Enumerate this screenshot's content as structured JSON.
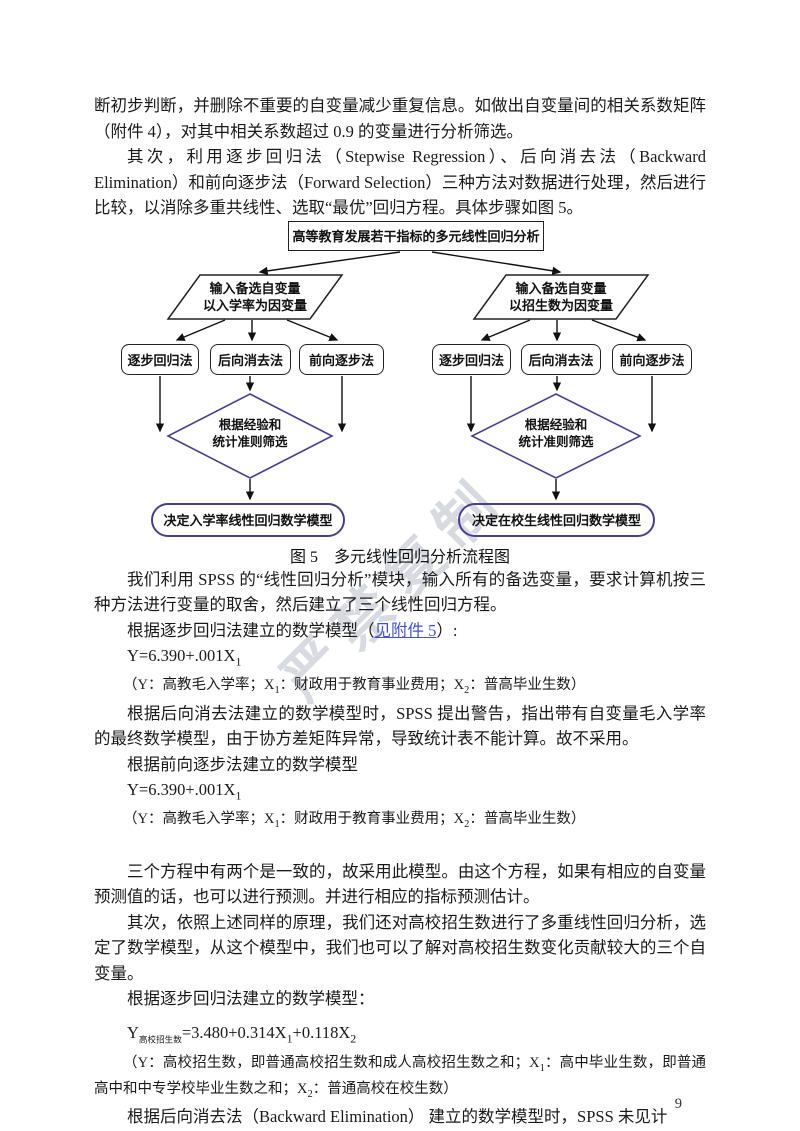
{
  "page": {
    "number": "9",
    "background": "#ffffff"
  },
  "watermark": {
    "text": "严禁复制",
    "color": "#a9aec0"
  },
  "colors": {
    "flow_shape_purple": "#4a3f8e",
    "flow_line_black": "#1c1c1c",
    "link_blue": "#4053cc",
    "body_text": "#1a1a1a"
  },
  "paragraphs": {
    "p1": "断初步判断，并删除不重要的自变量减少重复信息。如做出自变量间的相关系数矩阵（附件 4），对其中相关系数超过 0.9 的变量进行分析筛选。",
    "p2": "其次，利用逐步回归法（Stepwise Regression）、后向消去法（Backward Elimination）和前向逐步法（Forward Selection）三种方法对数据进行处理，然后进行比较，以消除多重共线性、选取“最优”回归方程。具体步骤如图 5。",
    "spss": "我们利用 SPSS 的“线性回归分析”模块，输入所有的备选变量，要求计算机按三种方法进行变量的取舍，然后建立了三个线性回归方程。",
    "stepwise_intro_pre": "根据逐步回归法建立的数学模型（",
    "attachment_link": "见附件 5",
    "stepwise_intro_post": "）:",
    "eq1": [
      {
        "t": "Y=6.390+.001X"
      },
      {
        "sub": "1"
      }
    ],
    "paren1": [
      {
        "t": "（Y：高教毛入学率；X"
      },
      {
        "sub": "1"
      },
      {
        "t": "：财政用于教育事业费用；X"
      },
      {
        "sub": "2"
      },
      {
        "t": "：普高毕业生数）"
      }
    ],
    "backward_warning": "根据后向消去法建立的数学模型时，SPSS 提出警告，指出带有自变量毛入学率的最终数学模型，由于协方差矩阵异常，导致统计表不能计算。故不采用。",
    "forward_model": "根据前向逐步法建立的数学模型",
    "eq2": [
      {
        "t": "Y=6.390+.001X"
      },
      {
        "sub": "1"
      }
    ],
    "paren2": [
      {
        "t": "（Y：高教毛入学率；X"
      },
      {
        "sub": "1"
      },
      {
        "t": "：财政用于教育事业费用；X"
      },
      {
        "sub": "2"
      },
      {
        "t": "：普高毕业生数）"
      }
    ],
    "consistent": "三个方程中有两个是一致的，故采用此模型。由这个方程，如果有相应的自变量预测值的话，也可以进行预测。并进行相应的指标预测估计。",
    "enrollment": "其次，依照上述同样的原理，我们还对高校招生数进行了多重线性回归分析，选定了数学模型，从这个模型中，我们也可以了解对高校招生数变化贡献较大的三个自变量。",
    "stepwise_model_colon": "根据逐步回归法建立的数学模型：",
    "eq3": [
      {
        "t": "Y"
      },
      {
        "sub": "高校招生数",
        "small": true
      },
      {
        "t": "=3.480+0.314X"
      },
      {
        "sub": "1"
      },
      {
        "t": "+0.118X"
      },
      {
        "sub": "2"
      }
    ],
    "paren3": [
      {
        "t": "（Y：高校招生数，即普通高校招生数和成人高校招生数之和；X"
      },
      {
        "sub": "1"
      },
      {
        "t": "：高中毕业生数，即普通高中和中专学校毕业生数之和；X"
      },
      {
        "sub": "2"
      },
      {
        "t": "：普通高校在校生数）"
      }
    ],
    "last_line": "根据后向消去法（Backward Elimination） 建立的数学模型时，SPSS 未见计"
  },
  "figure": {
    "caption": "图 5　多元线性回归分析流程图",
    "top_box": "高等教育发展若干指标的多元线性回归分析",
    "input_left": [
      "输入备选自变量",
      "以入学率为因变量"
    ],
    "input_right": [
      "输入备选自变量",
      "以招生数为因变量"
    ],
    "methods": [
      "逐步回归法",
      "后向消去法",
      "前向逐步法"
    ],
    "decision": [
      "根据经验和",
      "统计准则筛选"
    ],
    "result_left": "决定入学率线性回归数学模型",
    "result_right": "决定在校生线性回归数学模型"
  }
}
